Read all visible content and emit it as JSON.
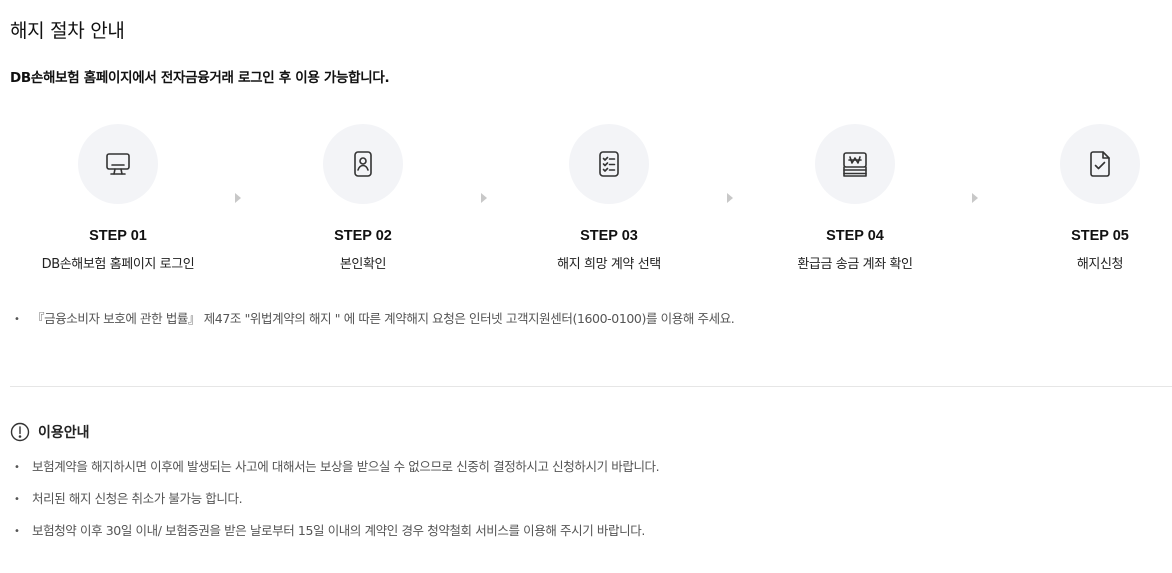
{
  "page": {
    "title": "해지 절차 안내",
    "intro": "DB손해보험 홈페이지에서 전자금융거래 로그인 후 이용 가능합니다."
  },
  "steps": [
    {
      "num": "STEP 01",
      "label": "DB손해보험 홈페이지 로그인",
      "icon": "monitor-icon"
    },
    {
      "num": "STEP 02",
      "label": "본인확인",
      "icon": "id-card-icon"
    },
    {
      "num": "STEP 03",
      "label": "해지 희망 계약 선택",
      "icon": "checklist-icon"
    },
    {
      "num": "STEP 04",
      "label": "환급금 송금 계좌 확인",
      "icon": "won-money-icon"
    },
    {
      "num": "STEP 05",
      "label": "해지신청",
      "icon": "document-check-icon"
    }
  ],
  "notice": "『금융소비자 보호에 관한 법률』 제47조 \"위법계약의 해지 \" 에 따른 계약해지 요청은 인터넷 고객지원센터(1600-0100)를 이용해 주세요.",
  "guide": {
    "title": "이용안내",
    "items": [
      "보험계약을 해지하시면 이후에 발생되는 사고에 대해서는 보상을 받으실 수 없으므로 신중히 결정하시고 신청하시기 바랍니다.",
      "처리된 해지 신청은 취소가 불가능 합니다.",
      "보험청약 이후 30일 이내/ 보험증권을 받은 날로부터 15일 이내의 계약인 경우 청약철회 서비스를 이용해 주시기 바랍니다."
    ]
  },
  "colors": {
    "icon_bg": "#f3f4f7",
    "icon_stroke": "#333333",
    "arrow": "#c8c8c8",
    "divider": "#e6e6e6"
  }
}
